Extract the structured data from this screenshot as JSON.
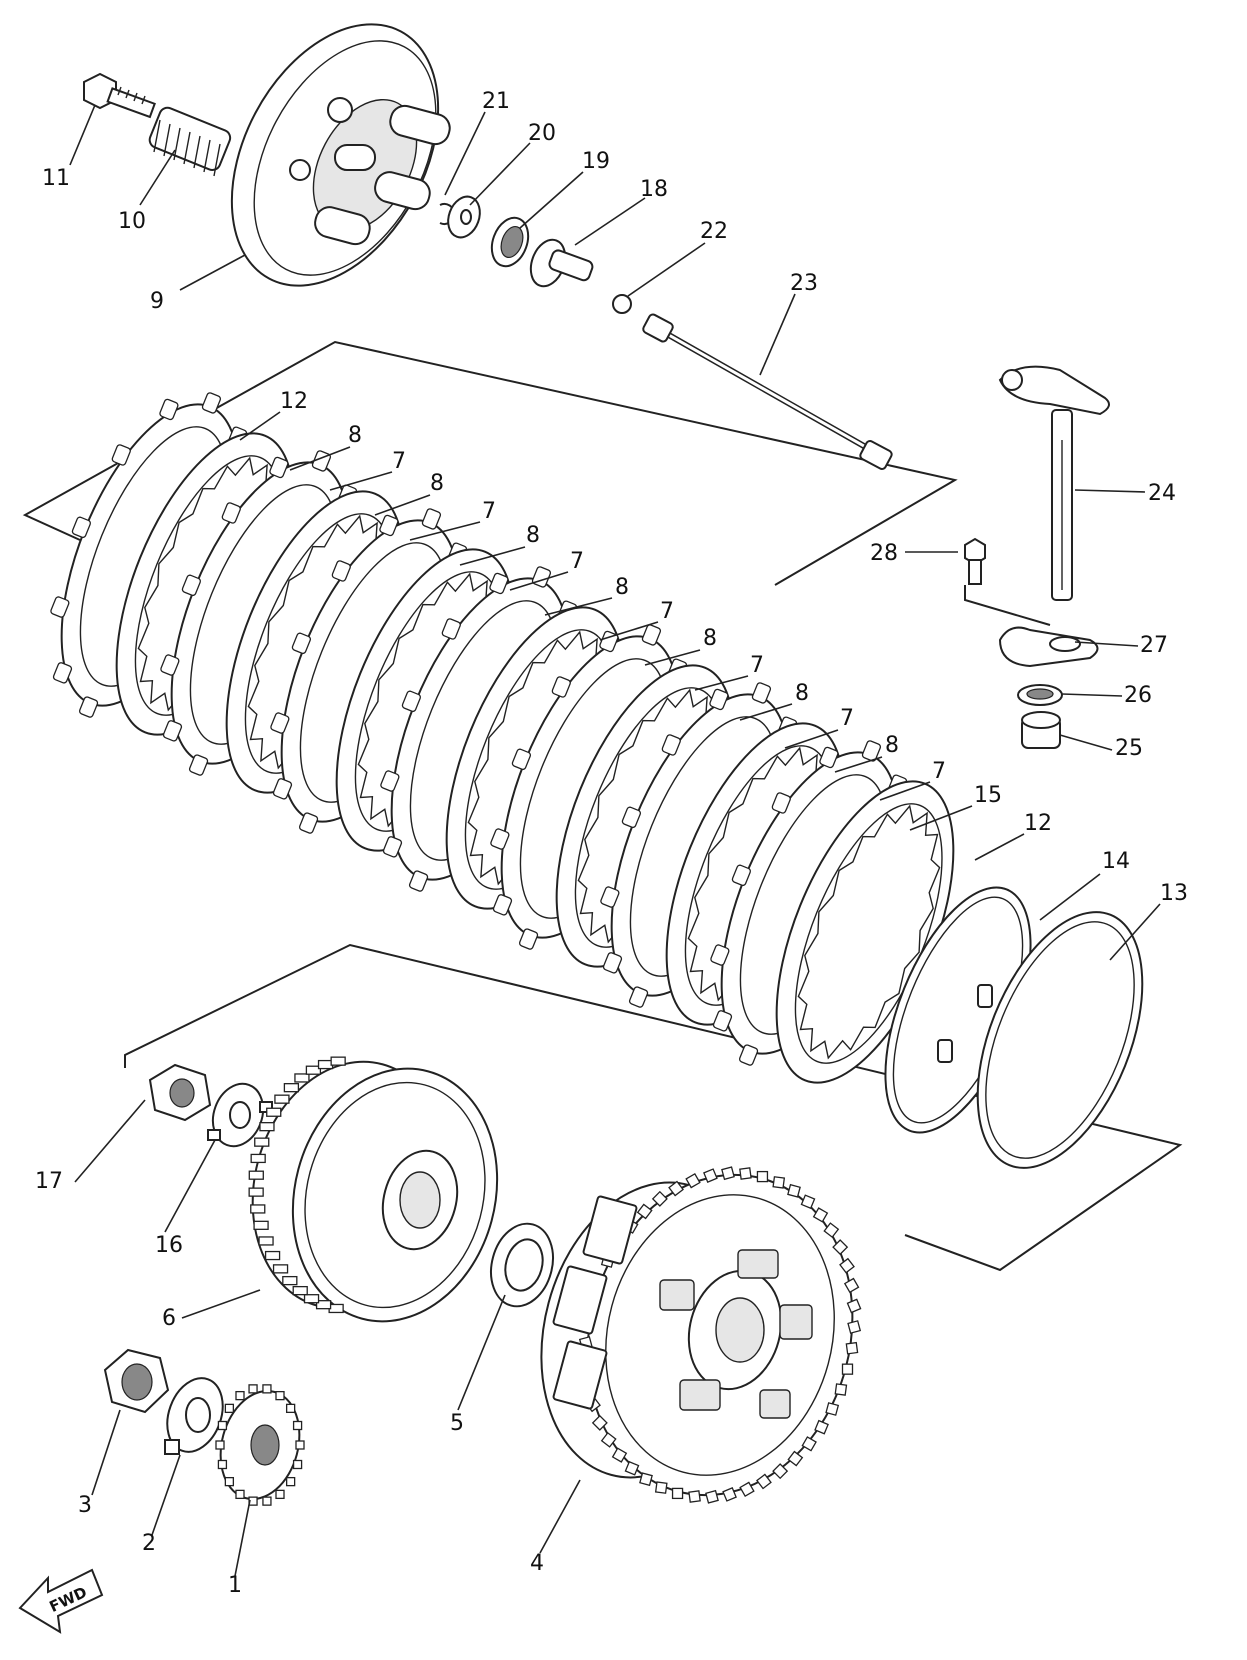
{
  "diagram": {
    "labels": {
      "p1": "1",
      "p2": "2",
      "p3": "3",
      "p4": "4",
      "p5": "5",
      "p6": "6",
      "p7": "7",
      "p8": "8",
      "p9": "9",
      "p10": "10",
      "p11": "11",
      "p12": "12",
      "p13": "13",
      "p14": "14",
      "p15": "15",
      "p16": "16",
      "p17": "17",
      "p18": "18",
      "p19": "19",
      "p20": "20",
      "p21": "21",
      "p22": "22",
      "p23": "23",
      "p24": "24",
      "p25": "25",
      "p26": "26",
      "p27": "27",
      "p28": "28"
    },
    "fwd": "FWD"
  }
}
